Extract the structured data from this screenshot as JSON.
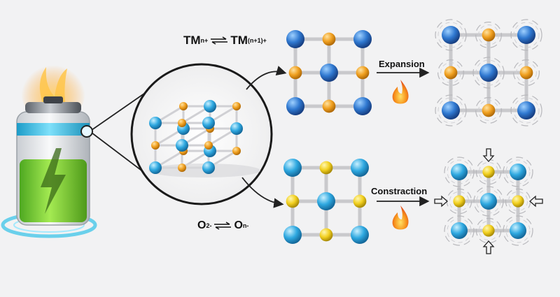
{
  "equations": {
    "tm": {
      "left_base": "TM",
      "left_sup": "n+",
      "right_base": "TM",
      "right_sup": "(n+1)+"
    },
    "o": {
      "left_base": "O",
      "left_sup": "2-",
      "right_base": "O",
      "right_sup": "n-"
    }
  },
  "processes": {
    "expansion_label": "Expansion",
    "contraction_label": "Constraction"
  },
  "colors": {
    "transition_metal_blue": "#2f78d0",
    "metal_orange": "#f0a020",
    "oxygen_cyan": "#2ea8e0",
    "oxygen_yellow": "#f2d020",
    "battery_cyan": "#3cc4e8",
    "battery_green": "#7cd632",
    "flame_orange": "#f26a1b"
  },
  "icons": {
    "battery": "battery-icon",
    "lightning": "lightning-bolt-icon",
    "flame": "flame-icon",
    "compress_arrow": "hollow-arrow-icon"
  }
}
